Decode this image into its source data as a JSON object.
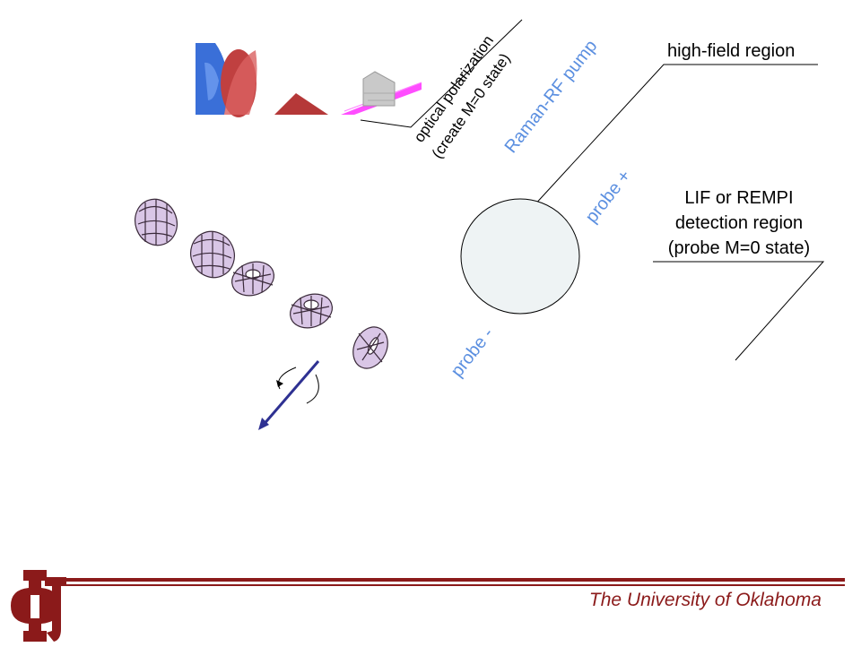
{
  "slide": {
    "label_high_field": "high-field region",
    "label_detection": [
      "LIF or REMPI",
      "detection region",
      "(probe M=0 state)"
    ],
    "label_optical": [
      "optical polarization",
      "(create M=0 state)"
    ],
    "label_raman": "Raman-RF pump",
    "label_probe_plus": "probe +",
    "label_probe_minus": "probe -"
  },
  "footer": {
    "university": "The University of Oklahoma",
    "logo_icon": "ou-logo-icon",
    "colors": {
      "crimson": "#8b1a1a",
      "label_blue": "#5b8fe0",
      "arrow_blue": "#2e3192"
    }
  }
}
